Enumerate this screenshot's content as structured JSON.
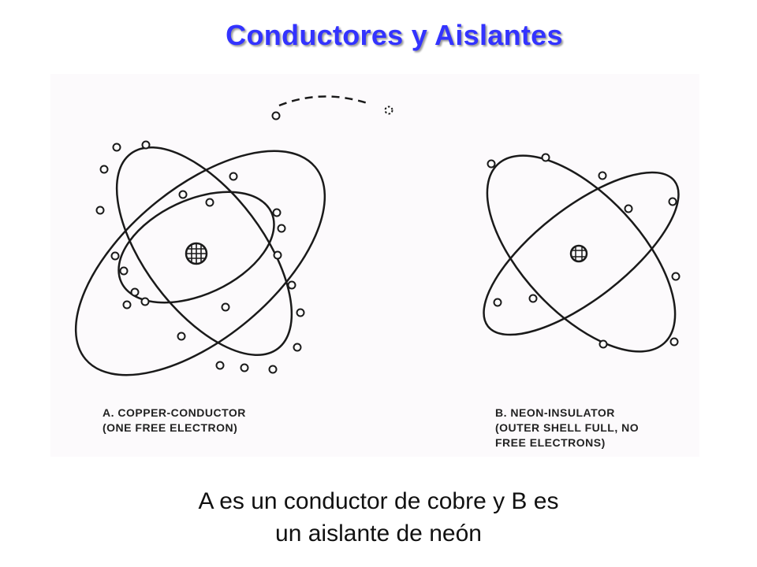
{
  "slide": {
    "title": "Conductores y Aislantes",
    "caption_line1": "A es un conductor de cobre y B es",
    "caption_line2": "un aislante de neón"
  },
  "figure": {
    "atom_a": {
      "label_line1": "A. COPPER-CONDUCTOR",
      "label_line2": "(ONE FREE ELECTRON)"
    },
    "atom_b": {
      "label_line1": "B. NEON-INSULATOR",
      "label_line2": "(OUTER SHELL FULL, NO",
      "label_line3": "FREE ELECTRONS)"
    }
  },
  "colors": {
    "title": "#3333ff",
    "line": "#1a1a1a",
    "figure_bg": "#fcfafc"
  }
}
